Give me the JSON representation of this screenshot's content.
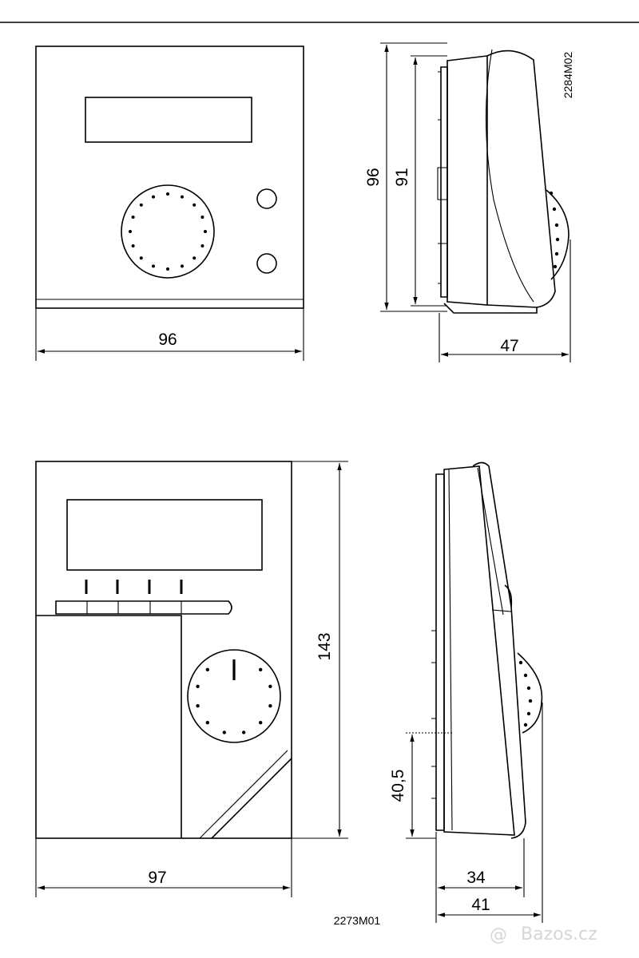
{
  "figure_codes": {
    "top": "2284M02",
    "bottom": "2273M01"
  },
  "dimensions": {
    "top_front_width": "96",
    "top_side_height_outer": "96",
    "top_side_height_inner": "91",
    "top_side_depth": "47",
    "bottom_front_width": "97",
    "bottom_front_height": "143",
    "bottom_side_mount_height": "40,5",
    "bottom_side_depth_inner": "34",
    "bottom_side_depth_outer": "41"
  },
  "watermark": "Bazos.cz",
  "icons": {
    "watermark_logo": "at-sign-logo",
    "arrowheads": "dimension-arrow"
  }
}
